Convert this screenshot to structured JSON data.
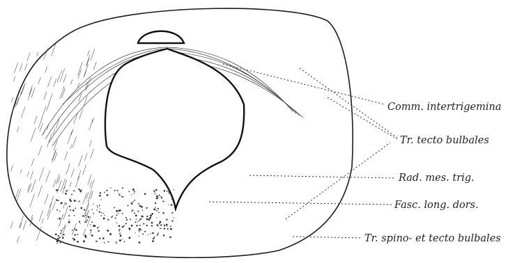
{
  "labels": {
    "comm_intertrigemina": "Comm. intertrigemina",
    "tr_tecto_bulbales": "Tr. tecto bulbales",
    "rad_mes_trig": "Rad. mes. trig.",
    "fasc_long_dors": "Fasc. long. dors.",
    "tr_spino_et_tecto_bulbales": "Tr. spino- et tecto bulbales"
  },
  "colors": {
    "ink": "#1c1c1c",
    "paper": "#ffffff"
  }
}
